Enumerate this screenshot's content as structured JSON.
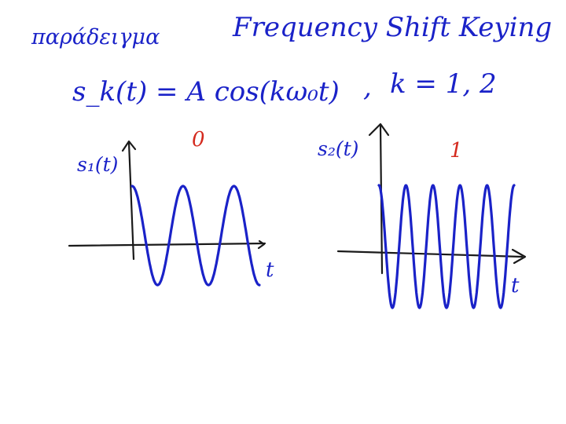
{
  "page": {
    "greek_word": "παράδειγμα",
    "title": "Frequency Shift Keying",
    "formula": "s_k(t) = A cos(kω₀t)",
    "formula_condition": "k = 1, 2"
  },
  "plots": [
    {
      "signal_label": "s₁(t)",
      "bit_label": "0",
      "axis_label": "t",
      "cycles": 2.5
    },
    {
      "signal_label": "s₂(t)",
      "bit_label": "1",
      "axis_label": "t",
      "cycles": 5
    }
  ],
  "colors": {
    "ink": "#1a22c8",
    "bit": "#d42a1e",
    "axis": "#1a1a1a",
    "background": "#ffffff"
  }
}
